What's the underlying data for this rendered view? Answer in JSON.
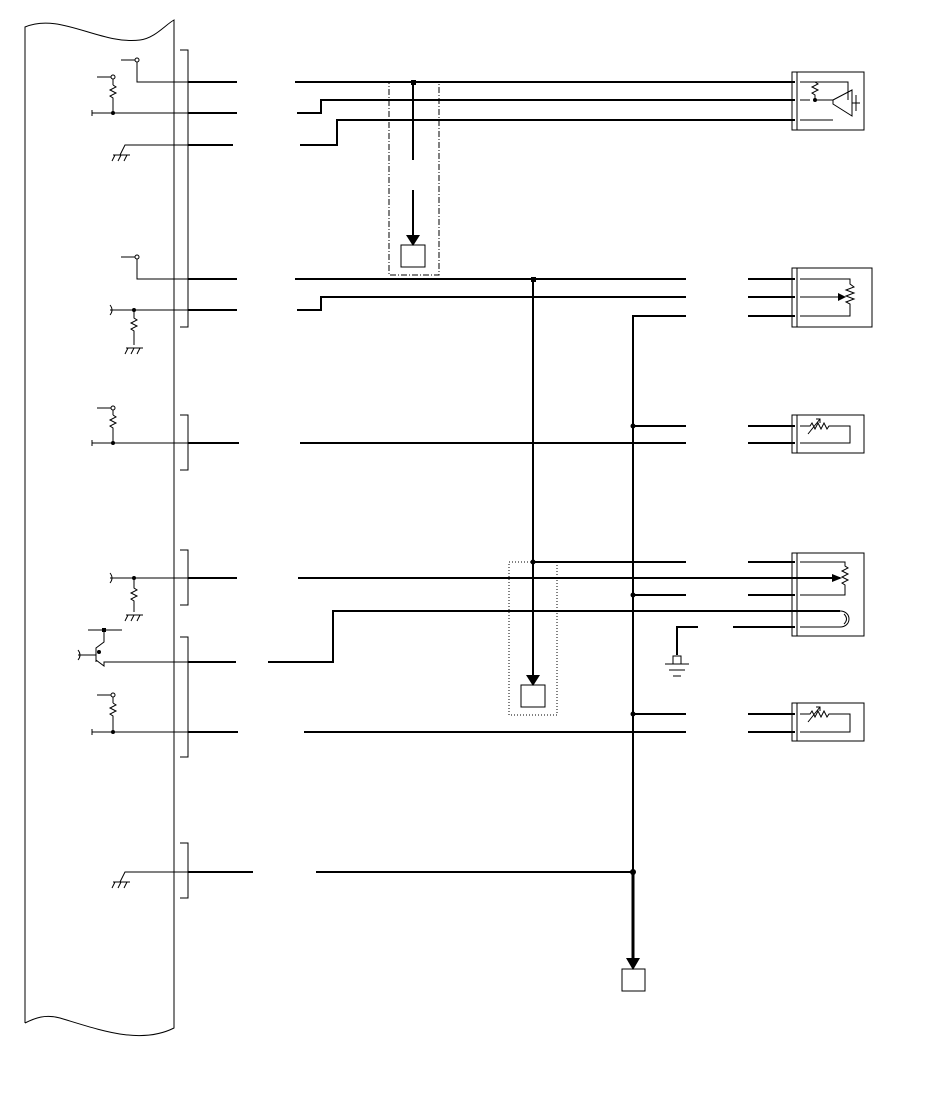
{
  "diagram": {
    "type": "wiring-schematic",
    "text_labels": [],
    "colors": {
      "line": "#000000",
      "background": "#ffffff"
    },
    "ground_terminal_boxes": 3,
    "sensors": [
      {
        "name": "amplifier-sensor"
      },
      {
        "name": "potentiometer-sensor"
      },
      {
        "name": "thermistor-sensor-1"
      },
      {
        "name": "potentiometer-heater-sensor"
      },
      {
        "name": "thermistor-sensor-2"
      }
    ]
  }
}
